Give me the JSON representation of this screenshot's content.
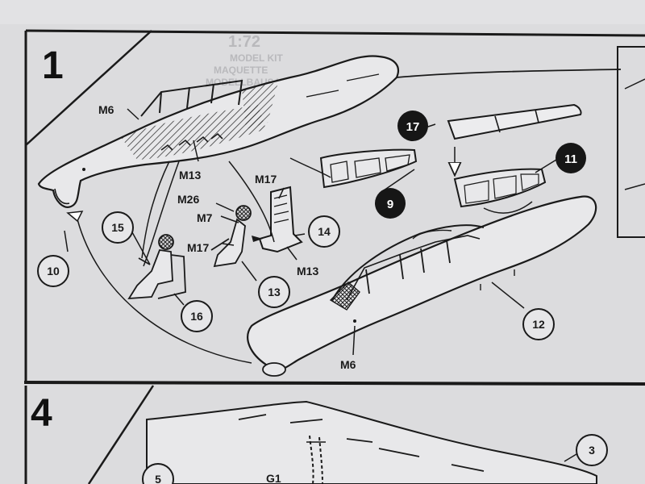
{
  "step1": {
    "number": "1",
    "labels": {
      "m6_top": "M6",
      "m13_top": "M13",
      "m17_top": "M17",
      "m26": "M26",
      "m7": "M7",
      "m17_mid": "M17",
      "m13_bottom": "M13",
      "m6_bottom": "M6"
    },
    "callouts": {
      "p15": "15",
      "p10": "10",
      "p16": "16",
      "p13": "13",
      "p14": "14",
      "p12": "12",
      "p9": "9",
      "p11": "11",
      "p17": "17"
    },
    "showthrough": [
      "1:72",
      "MODEL KIT",
      "MAQUETTE",
      "MODELLBAUSATZ"
    ]
  },
  "step4": {
    "number": "4",
    "labels": {
      "g1": "G1"
    },
    "callouts": {
      "p5": "5",
      "p3": "3"
    }
  },
  "colors": {
    "paper": "#dcdcde",
    "ink": "#1a1a1a",
    "filled_callout": "#161616"
  }
}
